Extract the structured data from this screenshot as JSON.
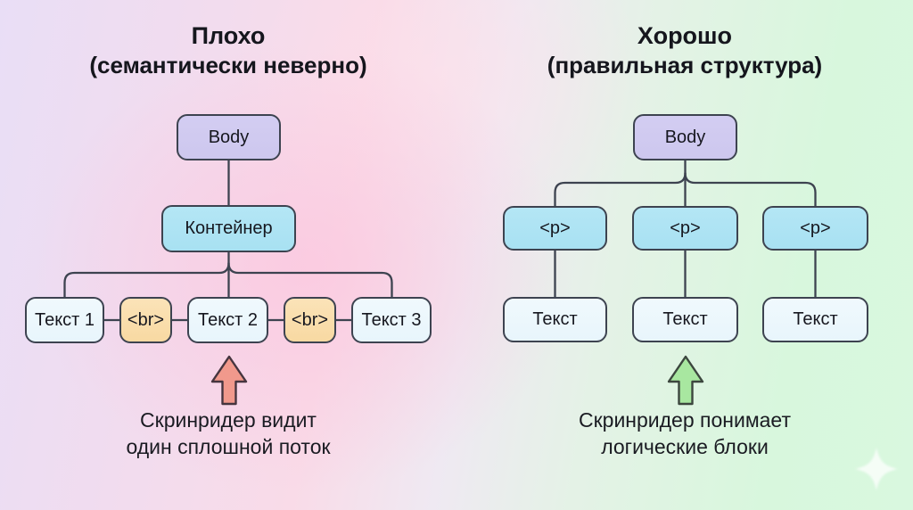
{
  "left": {
    "title": "Плохо",
    "subtitle": "(семантически неверно)",
    "tree": {
      "root": "Body",
      "container": "Контейнер",
      "children": [
        "Текст 1",
        "<br>",
        "Текст 2",
        "<br>",
        "Текст 3"
      ]
    },
    "caption": [
      "Скринридер видит",
      "один сплошной поток"
    ],
    "arrow_icon": "up-arrow"
  },
  "right": {
    "title": "Хорошо",
    "subtitle": "(правильная структура)",
    "tree": {
      "root": "Body",
      "paragraphs": [
        "<p>",
        "<p>",
        "<p>"
      ],
      "texts": [
        "Текст",
        "Текст",
        "Текст"
      ]
    },
    "caption": [
      "Скринридер понимает",
      "логические блоки"
    ],
    "arrow_icon": "up-arrow"
  },
  "icons": {
    "sparkle": "✦"
  },
  "colors": {
    "node_border": "#3d4350",
    "node_root_fill": "#cdc7ee",
    "node_container_fill": "#a8e1f2",
    "node_text_fill": "#e8f5fc",
    "node_br_fill": "#f8d9a2",
    "connector": "#3d4350",
    "arrow_bad": "#f1998c",
    "arrow_good": "#a8e7a0",
    "bg_left_lavender": "#e9def6",
    "bg_center_pink": "#f9dbe8",
    "bg_right_green": "#d8f7dd"
  }
}
